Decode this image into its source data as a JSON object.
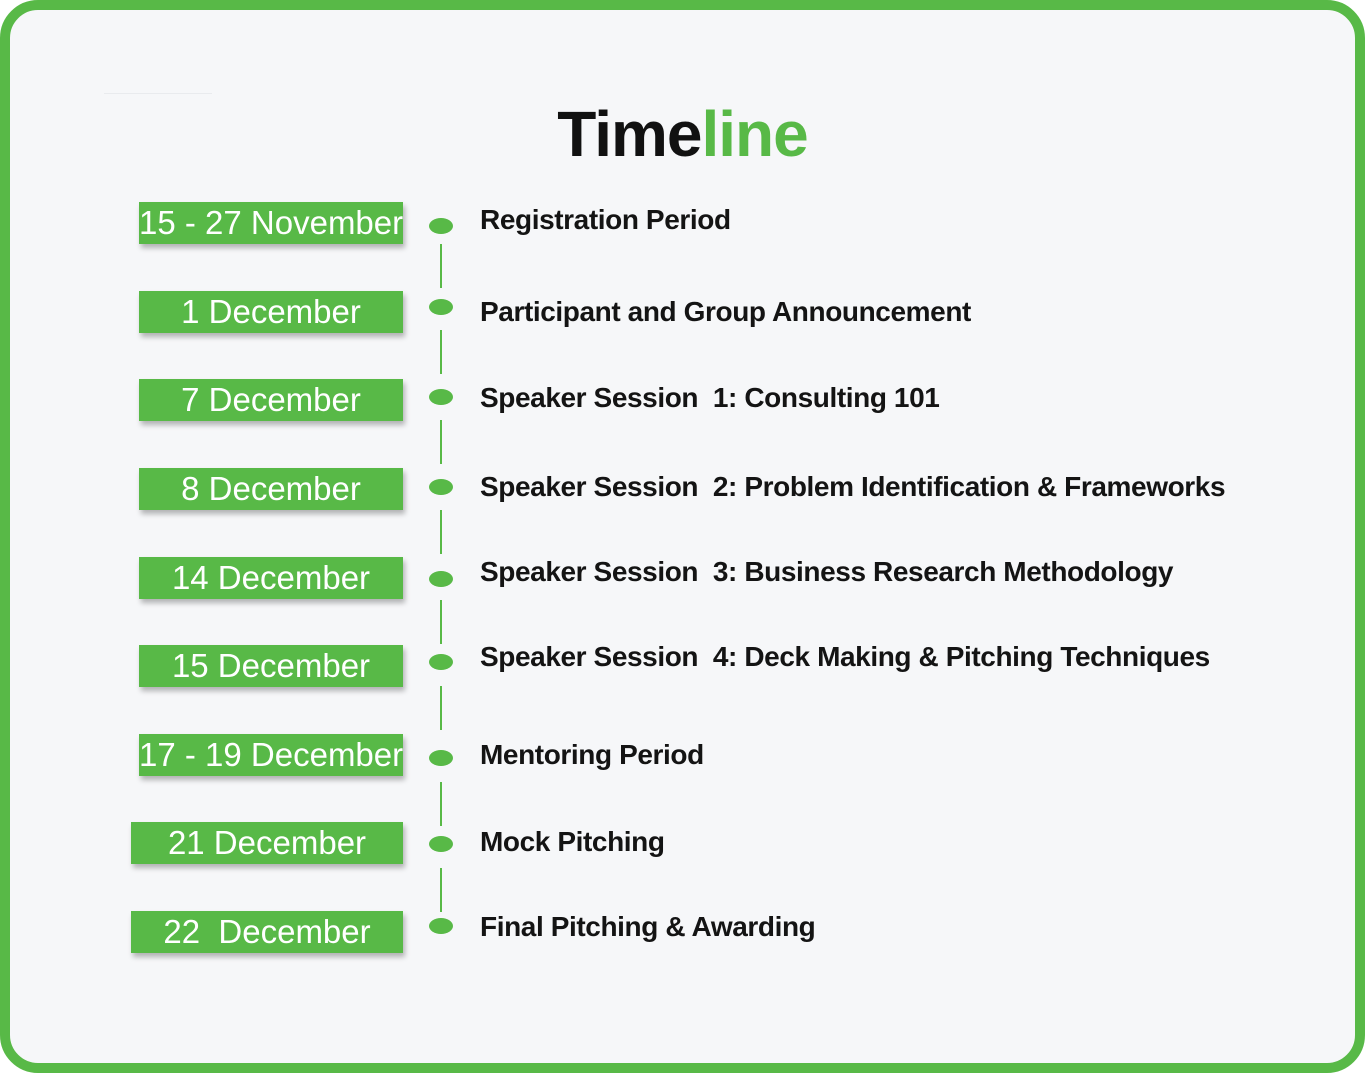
{
  "title": {
    "main": "Time",
    "accent": "line"
  },
  "colors": {
    "accent": "#58b947",
    "background": "#f6f7f9",
    "text": "#141414"
  },
  "milestones": [
    {
      "date": "15 - 27 November",
      "event": "Registration Period"
    },
    {
      "date": "1 December",
      "event": "Participant and Group Announcement"
    },
    {
      "date": "7 December",
      "event": "Speaker Session  1: Consulting 101"
    },
    {
      "date": "8 December",
      "event": "Speaker Session  2: Problem Identification & Frameworks"
    },
    {
      "date": "14 December",
      "event": "Speaker Session  3: Business Research Methodology"
    },
    {
      "date": "15 December",
      "event": "Speaker Session  4: Deck Making & Pitching Techniques"
    },
    {
      "date": "17 - 19 December",
      "event": "Mentoring Period"
    },
    {
      "date": "21 December",
      "event": "Mock Pitching"
    },
    {
      "date": "22  December",
      "event": "Final Pitching & Awarding"
    }
  ]
}
